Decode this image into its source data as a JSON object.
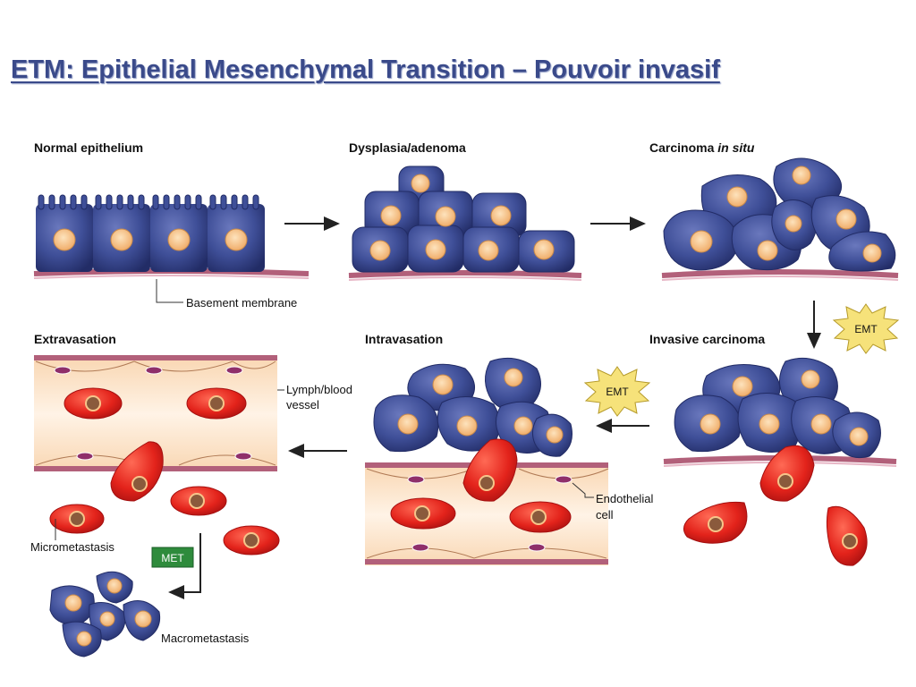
{
  "title": "ETM: Epithelial Mesenchymal Transition – Pouvoir invasif",
  "stages": {
    "normal_epithelium": "Normal epithelium",
    "dysplasia": "Dysplasia/adenoma",
    "carcinoma_prefix": "Carcinoma ",
    "carcinoma_italic": "in situ",
    "invasive": "Invasive carcinoma",
    "intravasation": "Intravasation",
    "extravasation": "Extravasation"
  },
  "annotations": {
    "basement_membrane": "Basement membrane",
    "lymph_blood_1": "Lymph/blood",
    "lymph_blood_2": "vessel",
    "endothelial_1": "Endothelial",
    "endothelial_2": "cell",
    "micrometastasis": "Micrometastasis",
    "macrometastasis": "Macrometastasis"
  },
  "badges": {
    "emt_right": "EMT",
    "emt_middle": "EMT",
    "met": "MET"
  },
  "colors": {
    "title": "#3a4a8a",
    "epithelial_cell": "#3f4f98",
    "nucleus": "#f6c58a",
    "mesenchymal_cell": "#e3231b",
    "mesenchymal_nucleus": "#8a5a3c",
    "membrane": "#b2607a",
    "vessel_lumen": "#fde9d4",
    "emt_badge": "#f6e27a",
    "met_badge": "#2e8b3c"
  }
}
